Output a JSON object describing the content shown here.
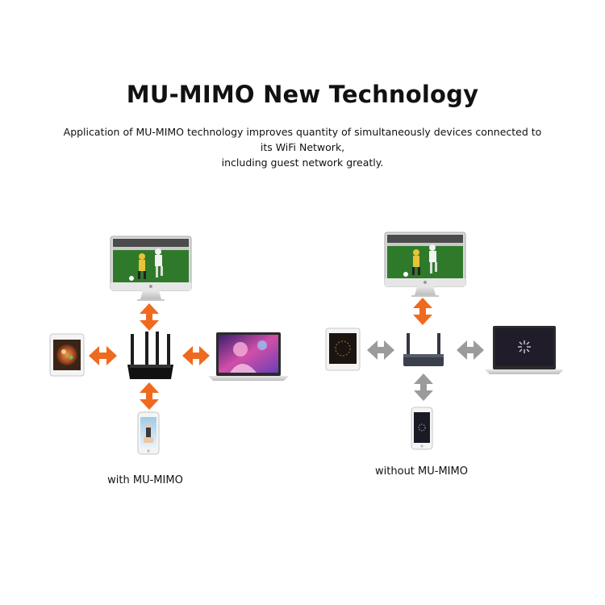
{
  "title": "MU-MIMO New Technology",
  "subtitle_line1": "Application of MU-MIMO technology improves quantity of simultaneously devices connected to its WiFi Network,",
  "subtitle_line2": "including guest network greatly.",
  "panels": [
    {
      "caption": "with MU-MIMO",
      "arrow_color": "#ef6a1f",
      "screens_lit": true
    },
    {
      "caption": "without MU-MIMO",
      "arrow_color": "#9b9b9b",
      "screens_lit": false
    }
  ]
}
